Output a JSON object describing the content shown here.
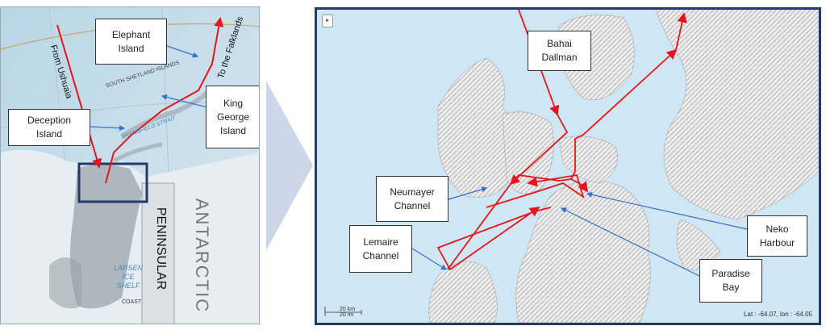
{
  "left_map": {
    "boxes": {
      "elephant": [
        "Elephant",
        "Island"
      ],
      "deception": [
        "Deception",
        "Island"
      ],
      "king_george": [
        "King",
        "George",
        "Island"
      ]
    },
    "route_labels": {
      "from": "From Ushuaia",
      "to": "To the Falklands"
    },
    "place_labels": {
      "south_shetland": "SOUTH SHETLAND ISLANDS",
      "bransfield": "BRANSFIELD STRAIT",
      "antarctic": "ANTARCTIC",
      "peninsular": "PENINSULAR",
      "larsen": [
        "LARSEN",
        "ICE",
        "SHELF"
      ],
      "coast": "COAST"
    }
  },
  "right_map": {
    "boxes": {
      "dallman": [
        "Bahai",
        "Dallman"
      ],
      "neumayer": [
        "Neumayer",
        "Channel"
      ],
      "lemaire": [
        "Lemaire",
        "Channel"
      ],
      "neko": [
        "Neko",
        "Harbour"
      ],
      "paradise": [
        "Paradise",
        "Bay"
      ]
    },
    "scale": {
      "km": "20 km",
      "mi": "20 mi"
    },
    "coordinates": "Lat : -64.07, lon : -64.05",
    "control_glyph": "▸"
  },
  "colors": {
    "route": "#e8141b",
    "pointer": "#3a6fd2",
    "frame": "#243a69",
    "sea": "#cfe6f4"
  }
}
